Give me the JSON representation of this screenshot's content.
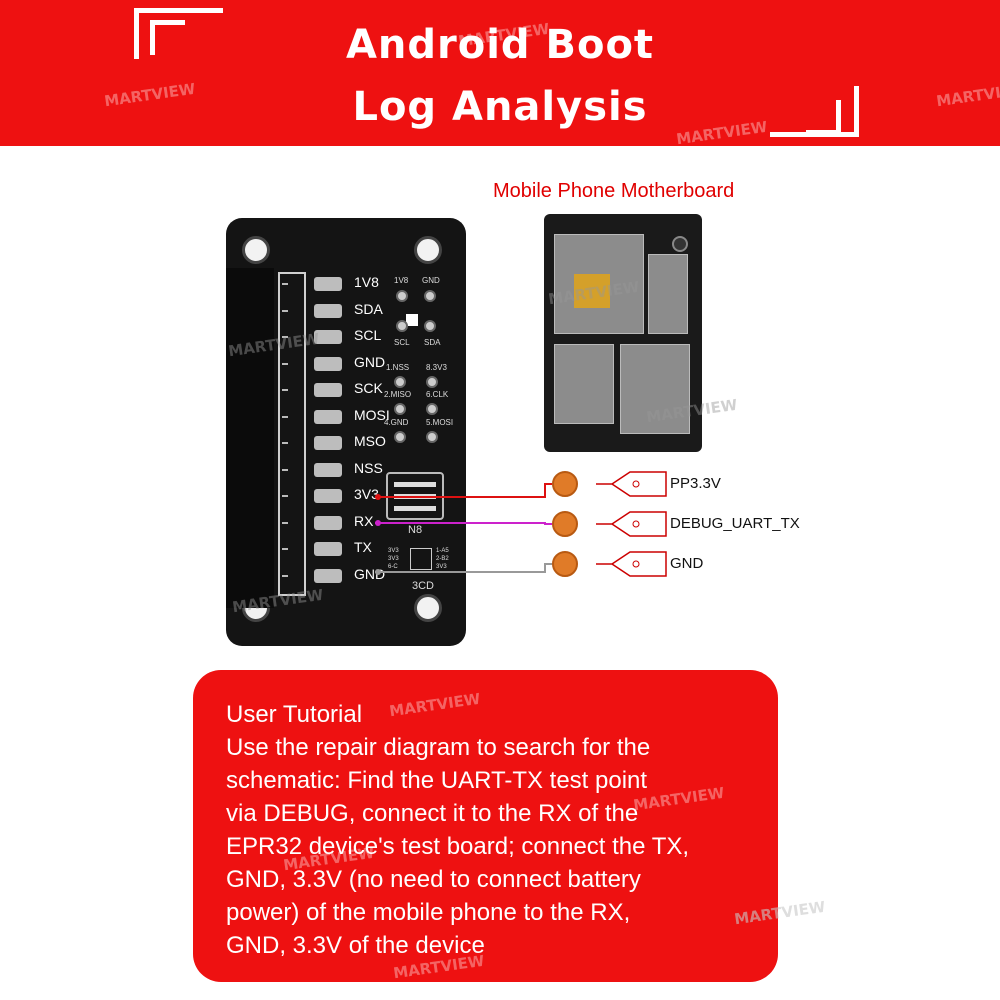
{
  "banner": {
    "title_line1": "Android Boot",
    "title_line2": "Log Analysis",
    "watermark": "MARTVIEW"
  },
  "diagram_title": "Mobile Phone Motherboard",
  "board": {
    "pad_labels": [
      "1V8",
      "SDA",
      "SCL",
      "GND",
      "SCK",
      "MOSI",
      "MSO",
      "NSS",
      "3V3",
      "RX",
      "TX",
      "GND"
    ],
    "i2c_labels": [
      "1V8",
      "GND",
      "SCL",
      "SDA"
    ],
    "spi_labels": [
      "1.NSS",
      "8.3V3",
      "2.MISO",
      "6.CLK",
      "4.GND",
      "5.MOSI"
    ],
    "socket_label": "N8",
    "switch_labels": [
      "3V3",
      "3V3",
      "6-C",
      "1-A5",
      "2-B2",
      "3V3"
    ],
    "footer_label": "3CD"
  },
  "probes": [
    {
      "label": "PP3.3V",
      "wire_color": "#dd1111"
    },
    {
      "label": "DEBUG_UART_TX",
      "wire_color": "#cc22cc"
    },
    {
      "label": "GND",
      "wire_color": "#999999"
    }
  ],
  "tutorial": {
    "lines": [
      "User Tutorial",
      "Use the repair diagram to search for the",
      "schematic: Find the UART-TX test point",
      "via DEBUG, connect it to the RX of the",
      "EPR32 device's test board; connect the TX,",
      "GND, 3.3V (no need to connect battery",
      "power) of the mobile phone to the RX,",
      "GND, 3.3V of the device"
    ]
  },
  "colors": {
    "brand_red": "#ee1111",
    "board": "#141414",
    "pad_orange": "#e07b28"
  }
}
